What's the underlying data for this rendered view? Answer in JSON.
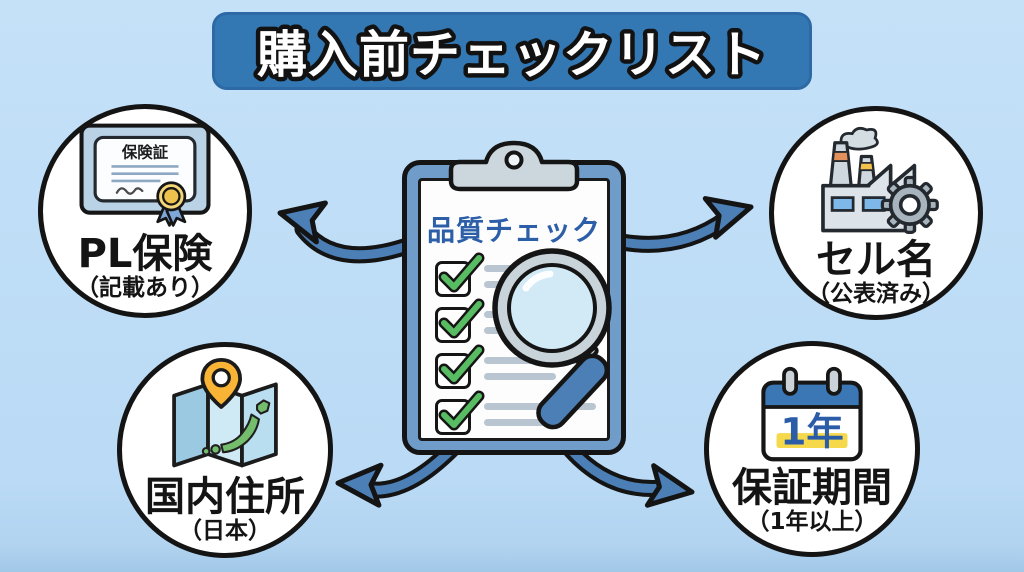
{
  "title": {
    "text": "購入前チェックリスト"
  },
  "center": {
    "heading": "品質チェック",
    "checked_items": 4
  },
  "nodes": [
    {
      "label": "PL保険",
      "sub": "（記載あり）",
      "icon": "certificate-icon",
      "certificate_title": "保険証"
    },
    {
      "label": "セル名",
      "sub": "（公表済み）",
      "icon": "factory-icon"
    },
    {
      "label": "国内住所",
      "sub": "（日本）",
      "icon": "japan-map-icon"
    },
    {
      "label": "保証期間",
      "sub": "（1年以上）",
      "icon": "calendar-icon",
      "calendar_text": "1年"
    }
  ],
  "colors": {
    "background": "#bcdcf6",
    "title_banner": "#3478b3",
    "arrow_blue": "#4b7fb5",
    "clipboard_board": "#6f9cc9",
    "heading_blue": "#2d5fa8",
    "check_green": "#58bd62",
    "calendar_blue": "#3b77b5",
    "highlight_yellow": "#f6d84b",
    "pin_orange": "#f9b335"
  }
}
